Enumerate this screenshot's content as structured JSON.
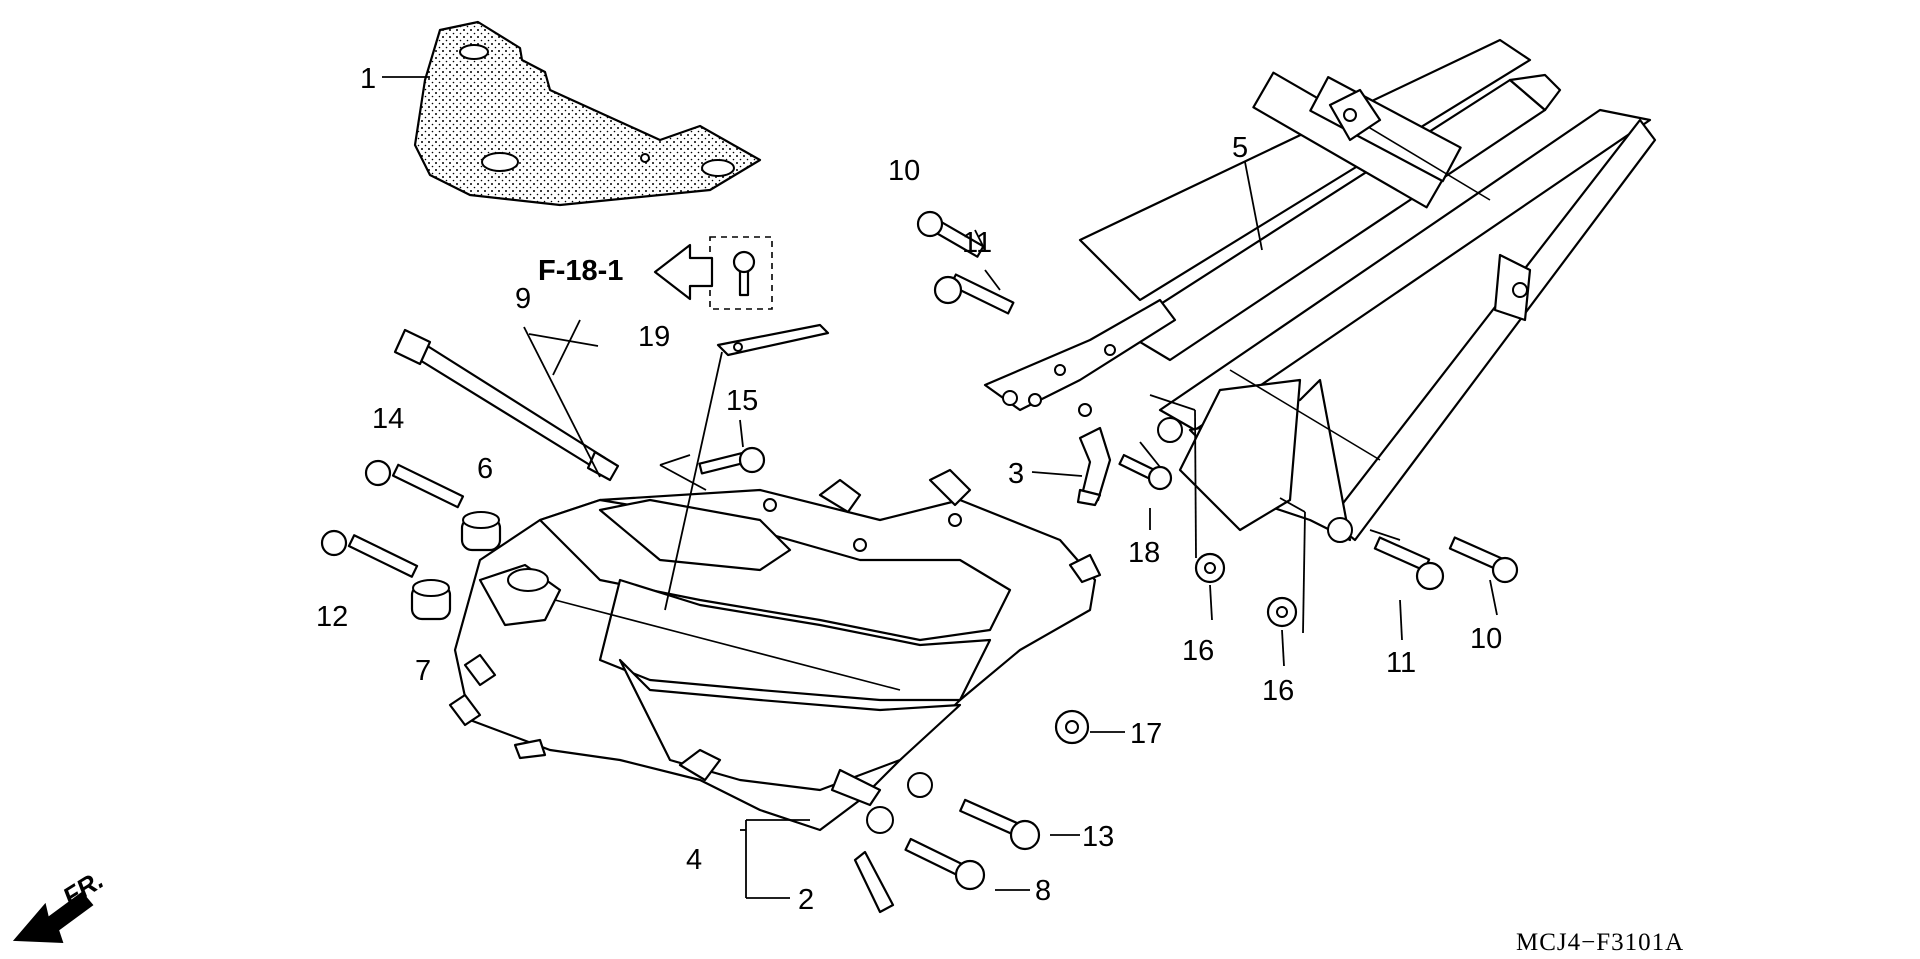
{
  "diagram": {
    "reference_label": "F-18-1",
    "direction_label": "FR.",
    "drawing_code": "MCJ4−F3101A",
    "callouts": [
      {
        "id": "c1",
        "text": "1"
      },
      {
        "id": "c2",
        "text": "2"
      },
      {
        "id": "c3",
        "text": "3"
      },
      {
        "id": "c4",
        "text": "4"
      },
      {
        "id": "c5",
        "text": "5"
      },
      {
        "id": "c6",
        "text": "6"
      },
      {
        "id": "c7",
        "text": "7"
      },
      {
        "id": "c8",
        "text": "8"
      },
      {
        "id": "c9",
        "text": "9"
      },
      {
        "id": "c10a",
        "text": "10"
      },
      {
        "id": "c10b",
        "text": "10"
      },
      {
        "id": "c11a",
        "text": "11"
      },
      {
        "id": "c11b",
        "text": "11"
      },
      {
        "id": "c12",
        "text": "12"
      },
      {
        "id": "c13",
        "text": "13"
      },
      {
        "id": "c14",
        "text": "14"
      },
      {
        "id": "c15",
        "text": "15"
      },
      {
        "id": "c16a",
        "text": "16"
      },
      {
        "id": "c16b",
        "text": "16"
      },
      {
        "id": "c17",
        "text": "17"
      },
      {
        "id": "c18",
        "text": "18"
      },
      {
        "id": "c19",
        "text": "19"
      }
    ]
  }
}
